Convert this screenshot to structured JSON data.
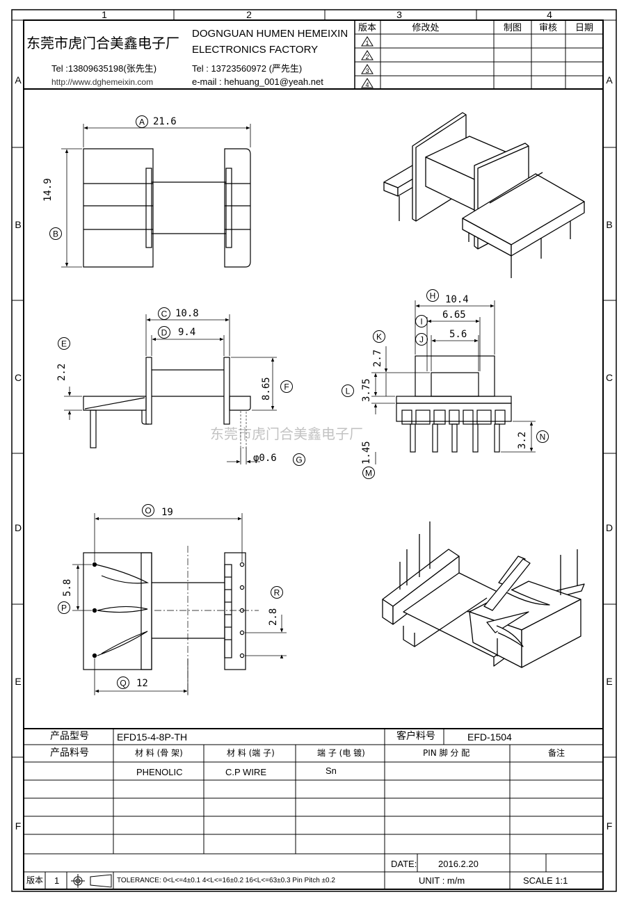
{
  "grid": {
    "columns": [
      "1",
      "2",
      "3",
      "4"
    ],
    "rows": [
      "A",
      "B",
      "C",
      "D",
      "E",
      "F"
    ]
  },
  "header": {
    "company_cn": "东莞市虎门合美鑫电子厂",
    "company_en_line1": "DOGNGUAN HUMEN HEMEIXIN",
    "company_en_line2": "ELECTRONICS FACTORY",
    "tel1": "Tel :13809635198(张先生)",
    "website": "http://www.dghemeixin.com",
    "tel2": "Tel : 13723560972 (严先生)",
    "email": "e-mail : hehuang_001@yeah.net"
  },
  "revision_table": {
    "headers": [
      "版本",
      "修改处",
      "制图",
      "审核",
      "日期"
    ],
    "revisions": [
      "1",
      "2",
      "3",
      "4"
    ]
  },
  "dimensions": {
    "A": {
      "label": "A",
      "value": "21.6"
    },
    "B": {
      "label": "B",
      "value": "14.9"
    },
    "C": {
      "label": "C",
      "value": "10.8"
    },
    "D": {
      "label": "D",
      "value": "9.4"
    },
    "E": {
      "label": "E",
      "value": "2.2"
    },
    "F": {
      "label": "F",
      "value": "8.65"
    },
    "G": {
      "label": "G",
      "value": "φ0.6"
    },
    "H": {
      "label": "H",
      "value": "10.4"
    },
    "I": {
      "label": "I",
      "value": "6.65"
    },
    "J": {
      "label": "J",
      "value": "5.6"
    },
    "K": {
      "label": "K",
      "value": "2.7"
    },
    "L": {
      "label": "L",
      "value": "3.75"
    },
    "M": {
      "label": "M",
      "value": "1.45"
    },
    "N": {
      "label": "N",
      "value": "3.2"
    },
    "O": {
      "label": "O",
      "value": "19"
    },
    "P": {
      "label": "P",
      "value": "5.8"
    },
    "Q": {
      "label": "Q",
      "value": "12"
    },
    "R": {
      "label": "R",
      "value": "2.8"
    }
  },
  "watermark": "东莞市虎门合美鑫电子厂",
  "spec_table": {
    "product_model_label": "产品型号",
    "product_model": "EFD15-4-8P-TH",
    "customer_part_label": "客户料号",
    "customer_part": "EFD-1504",
    "product_part_label": "产品料号",
    "col_material_bobbin": "材 料 (骨 架)",
    "col_material_pin": "材 料 (端 子)",
    "col_terminal_plating": "端 子 (电 镀)",
    "col_pin_assignment": "PIN 脚 分 配",
    "col_remarks": "备注",
    "material_bobbin": "PHENOLIC",
    "material_pin": "C.P WIRE",
    "terminal_plating": "Sn",
    "date_label": "DATE:",
    "date": "2016.2.20",
    "version_label": "版本",
    "version": "1",
    "tolerance": "TOLERANCE: 0<L<=4±0.1  4<L<=16±0.2  16<L<=63±0.3  Pin Pitch  ±0.2",
    "unit": "UNIT : m/m",
    "scale": "SCALE   1:1"
  }
}
